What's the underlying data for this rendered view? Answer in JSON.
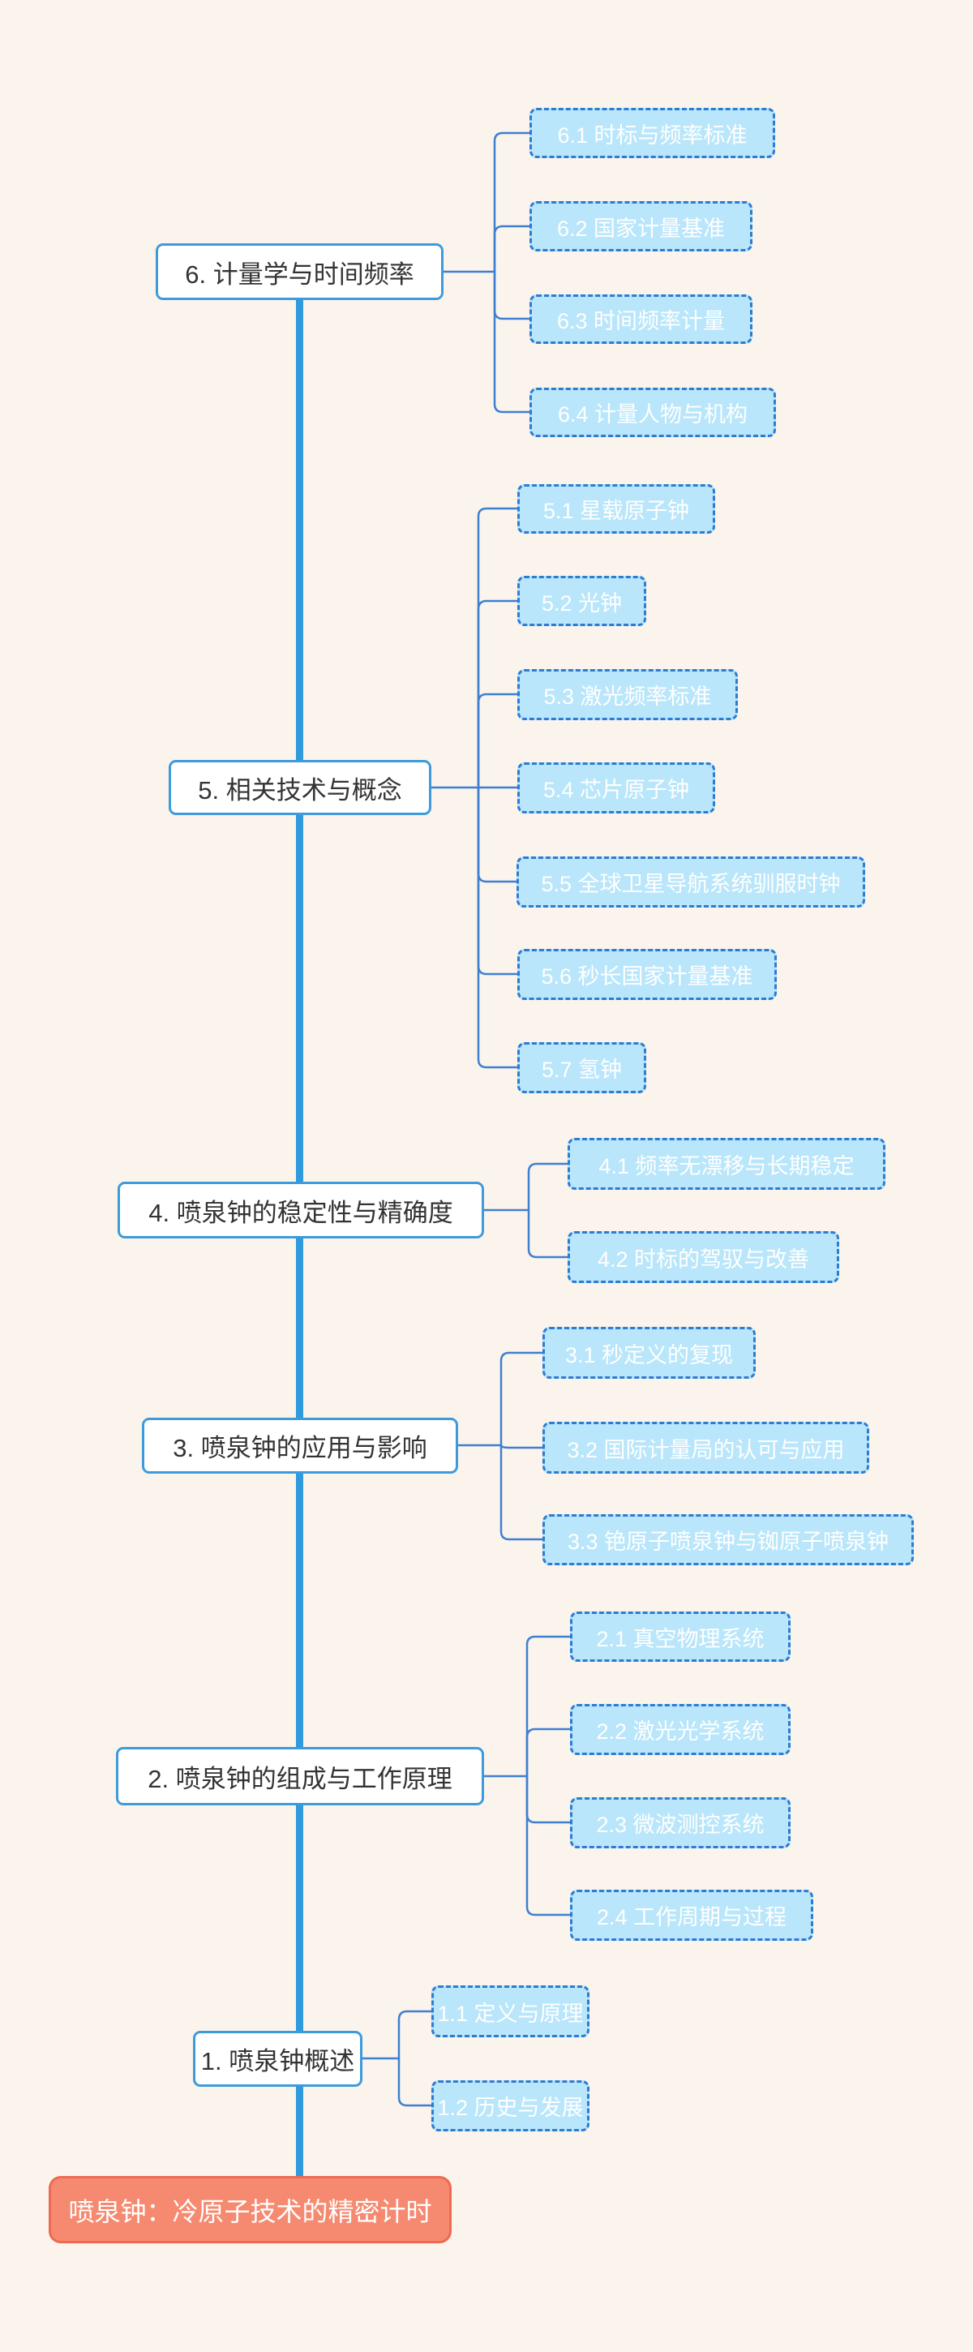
{
  "title": "喷泉钟思维导图",
  "colors": {
    "background": "#fbf4ec",
    "trunk": "#2f9bdc",
    "connector": "#3f7fd2",
    "node_border": "#3e9bdb",
    "node_text": "#333333",
    "leaf_fill": "#b9e6fa",
    "leaf_border": "#2e7bd3",
    "leaf_text": "#ffffff",
    "root_fill": "#f68a70",
    "root_border": "#ee6a52",
    "root_text": "#ffffff"
  },
  "root": {
    "label": "喷泉钟：冷原子技术的精密计时"
  },
  "sections": [
    {
      "label": "6. 计量学与时间频率",
      "leaves": [
        {
          "label": "6.1 时标与频率标准"
        },
        {
          "label": "6.2 国家计量基准"
        },
        {
          "label": "6.3 时间频率计量"
        },
        {
          "label": "6.4 计量人物与机构"
        }
      ]
    },
    {
      "label": "5. 相关技术与概念",
      "leaves": [
        {
          "label": "5.1 星载原子钟"
        },
        {
          "label": "5.2 光钟"
        },
        {
          "label": "5.3 激光频率标准"
        },
        {
          "label": "5.4 芯片原子钟"
        },
        {
          "label": "5.5 全球卫星导航系统驯服时钟"
        },
        {
          "label": "5.6 秒长国家计量基准"
        },
        {
          "label": "5.7 氢钟"
        }
      ]
    },
    {
      "label": "4. 喷泉钟的稳定性与精确度",
      "leaves": [
        {
          "label": "4.1 频率无漂移与长期稳定"
        },
        {
          "label": "4.2 时标的驾驭与改善"
        }
      ]
    },
    {
      "label": "3. 喷泉钟的应用与影响",
      "leaves": [
        {
          "label": "3.1 秒定义的复现"
        },
        {
          "label": "3.2 国际计量局的认可与应用"
        },
        {
          "label": "3.3 铯原子喷泉钟与铷原子喷泉钟"
        }
      ]
    },
    {
      "label": "2. 喷泉钟的组成与工作原理",
      "leaves": [
        {
          "label": "2.1 真空物理系统"
        },
        {
          "label": "2.2 激光光学系统"
        },
        {
          "label": "2.3 微波测控系统"
        },
        {
          "label": "2.4 工作周期与过程"
        }
      ]
    },
    {
      "label": "1. 喷泉钟概述",
      "leaves": [
        {
          "label": "1.1 定义与原理"
        },
        {
          "label": "1.2 历史与发展"
        }
      ]
    }
  ]
}
